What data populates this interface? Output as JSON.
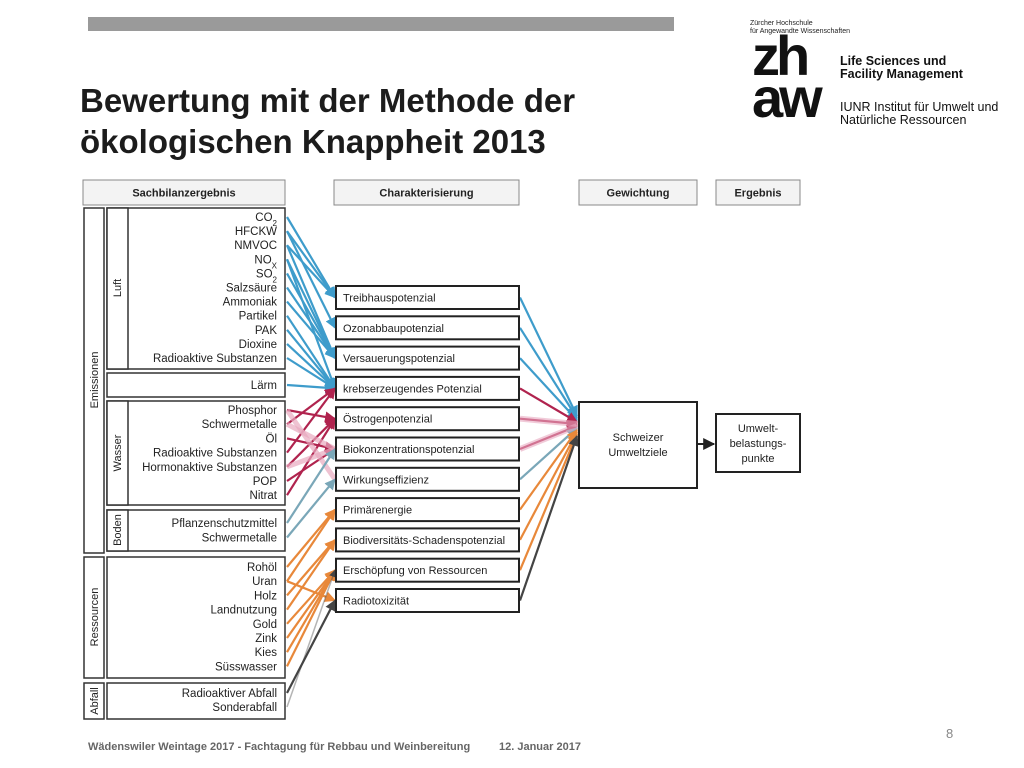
{
  "header": {
    "title_line1": "Bewertung mit der Methode der",
    "title_line2": "ökologischen Knappheit 2013"
  },
  "logo": {
    "school_line1": "Zürcher Hochschule",
    "school_line2": "für Angewandte Wissenschaften",
    "letters_top": "zh",
    "letters_bottom": "aw",
    "dept_line1": "Life Sciences und",
    "dept_line2": "Facility Management",
    "inst_line1": "IUNR Institut für Umwelt und",
    "inst_line2": "Natürliche Ressourcen"
  },
  "diagram": {
    "headers": {
      "sachbilanz": "Sachbilanzergebnis",
      "charakterisierung": "Charakterisierung",
      "gewichtung": "Gewichtung",
      "ergebnis": "Ergebnis"
    },
    "groups": {
      "emissionen": "Emissionen",
      "ressourcen": "Ressourcen",
      "abfall": "Abfall",
      "luft": "Luft",
      "wasser": "Wasser",
      "boden": "Boden"
    },
    "inventory": {
      "luft": [
        {
          "text": "CO",
          "sub": "2"
        },
        {
          "text": "HFCKW",
          "sub": ""
        },
        {
          "text": "NMVOC",
          "sub": ""
        },
        {
          "text": "NO",
          "sub": "X"
        },
        {
          "text": "SO",
          "sub": "2"
        },
        {
          "text": "Salzsäure",
          "sub": ""
        },
        {
          "text": "Ammoniak",
          "sub": ""
        },
        {
          "text": "Partikel",
          "sub": ""
        },
        {
          "text": "PAK",
          "sub": ""
        },
        {
          "text": "Dioxine",
          "sub": ""
        },
        {
          "text": "Radioaktive Substanzen",
          "sub": ""
        }
      ],
      "laerm": [
        "Lärm"
      ],
      "wasser": [
        "Phosphor",
        "Schwermetalle",
        "Öl",
        "Radioaktive Substanzen",
        "Hormonaktive Substanzen",
        "POP",
        "Nitrat"
      ],
      "boden": [
        "Pflanzenschutzmittel",
        "Schwermetalle"
      ],
      "ressourcen": [
        "Rohöl",
        "Uran",
        "Holz",
        "Landnutzung",
        "Gold",
        "Zink",
        "Kies",
        "Süsswasser"
      ],
      "abfall": [
        "Radioaktiver Abfall",
        "Sonderabfall"
      ]
    },
    "impact_categories": [
      "Treibhauspotenzial",
      "Ozonabbaupotenzial",
      "Versauerungspotenzial",
      "krebserzeugendes Potenzial",
      "Östrogenpotenzial",
      "Biokonzentrationspotenzial",
      "Wirkungseffizienz",
      "Primärenergie",
      "Biodiversitäts-Schadenspotenzial",
      "Erschöpfung von Ressourcen",
      "Radiotoxizität"
    ],
    "weighting_box": [
      "Schweizer",
      "Umweltziele"
    ],
    "result_box": [
      "Umwelt-",
      "belastungs-",
      "punkte"
    ],
    "colors": {
      "luft": "#3e9ccb",
      "wasser": "#b0234e",
      "wasser_light": "#e8a9bf",
      "boden": "#7aa7b8",
      "ressourcen": "#e8883a",
      "abfall": "#444444",
      "box_border": "#222222"
    }
  },
  "footer": {
    "event": "Wädenswiler Weintage 2017 - Fachtagung für Rebbau und Weinbereitung",
    "date": "12. Januar 2017",
    "page": "8"
  }
}
